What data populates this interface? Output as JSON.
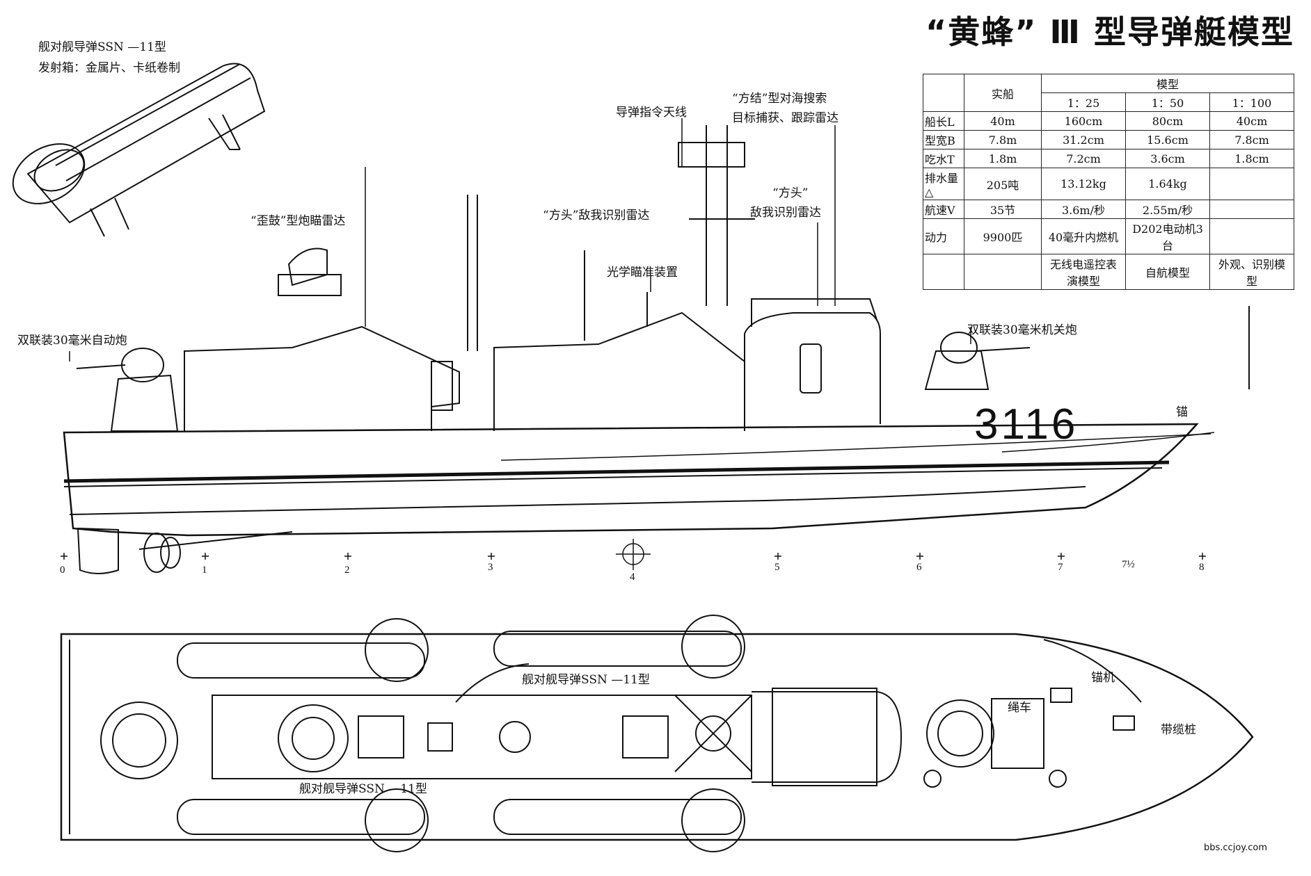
{
  "title": "“黄蜂” Ⅲ 型导弹艇模型",
  "labels": {
    "missile_name": "舰对舰导弹SSN —11型",
    "launcher_material": "发射箱：金属片、卡纸卷制",
    "missile_command_antenna": "导弹指令天线",
    "square_tie_radar_1": "“方结”型对海搜索",
    "square_tie_radar_2": "目标捕获、跟踪雷达",
    "square_head_left": "“方头”敌我识别雷达",
    "square_head_right_1": "“方头”",
    "square_head_right_2": "敌我识别雷达",
    "drum_tilt_radar": "“歪鼓”型炮瞄雷达",
    "optical_sight": "光学瞄准装置",
    "twin_gun_left": "双联装30毫米自动炮",
    "twin_gun_right": "双联装30毫米机关炮",
    "anchor": "锚",
    "hull_number": "3116",
    "plan_missile_top": "舰对舰导弹SSN —11型",
    "plan_missile_bottom": "舰对舰导弹SSN —11型",
    "windlass": "锚机",
    "capstan": "绳车",
    "bollard": "带缆桩"
  },
  "frames": [
    "0",
    "1",
    "2",
    "3",
    "4",
    "5",
    "6",
    "7",
    "7½",
    "8"
  ],
  "spec_table": {
    "header_real": "实船",
    "header_model": "模型",
    "scales": [
      "1：25",
      "1：50",
      "1：100"
    ],
    "rows": [
      {
        "name": "船长L",
        "real": "40m",
        "s25": "160cm",
        "s50": "80cm",
        "s100": "40cm"
      },
      {
        "name": "型宽B",
        "real": "7.8m",
        "s25": "31.2cm",
        "s50": "15.6cm",
        "s100": "7.8cm"
      },
      {
        "name": "吃水T",
        "real": "1.8m",
        "s25": "7.2cm",
        "s50": "3.6cm",
        "s100": "1.8cm"
      },
      {
        "name": "排水量△",
        "real": "205吨",
        "s25": "13.12kg",
        "s50": "1.64kg",
        "s100": ""
      },
      {
        "name": "航速V",
        "real": "35节",
        "s25": "3.6m/秒",
        "s50": "2.55m/秒",
        "s100": ""
      },
      {
        "name": "动力",
        "real": "9900匹",
        "s25": "40毫升内燃机",
        "s50": "D202电动机3台",
        "s100": ""
      },
      {
        "name": "",
        "real": "",
        "s25": "无线电遥控表演模型",
        "s50": "自航模型",
        "s100": "外观、识别模型"
      }
    ]
  },
  "watermark": "bbs.ccjoy.com"
}
